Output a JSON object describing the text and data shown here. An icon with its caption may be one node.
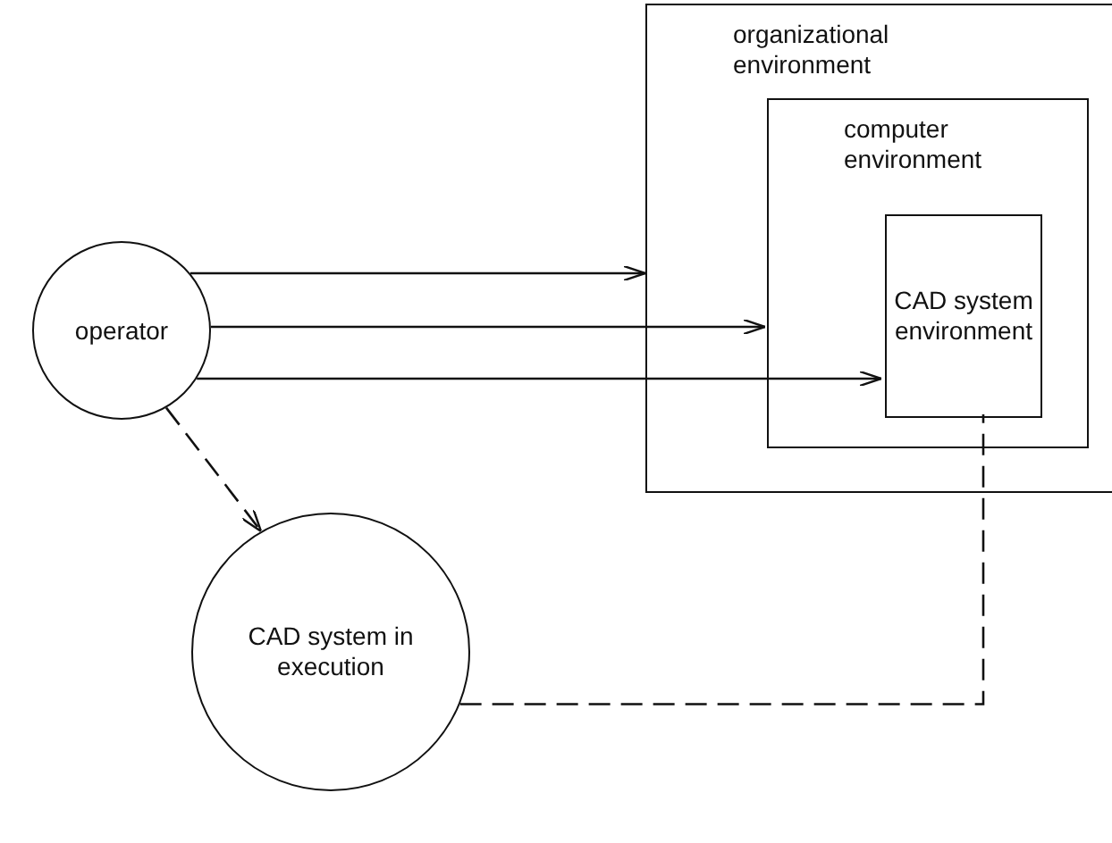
{
  "diagram": {
    "nodes": [
      {
        "text": [
          "operator"
        ]
      },
      {
        "text": [
          "organizational environment"
        ]
      },
      {
        "text": [
          "computer environment"
        ],
        "in": 1
      },
      {
        "text": [
          "CAD system environment"
        ],
        "in": 2
      },
      {
        "text": [
          "CAD system in execution"
        ]
      }
    ],
    "edges": [
      {
        "from": 0,
        "to": 1,
        "arrow": "to"
      },
      {
        "from": 0,
        "to": 2,
        "arrow": "to"
      },
      {
        "from": 0,
        "to": 3,
        "arrow": "to"
      },
      {
        "from": 0,
        "to": 4,
        "arrow": "to",
        "style": "dashed"
      },
      {
        "from": 4,
        "to": 3,
        "arrow": "none",
        "style": "dashed"
      }
    ]
  }
}
